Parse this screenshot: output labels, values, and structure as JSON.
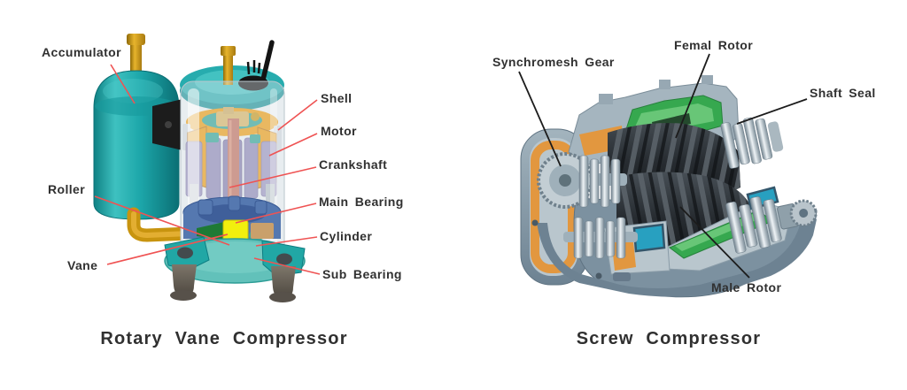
{
  "page": {
    "background": "#ffffff",
    "text_color": "#303030"
  },
  "left_diagram": {
    "title": "Rotary Vane Compressor",
    "machine": "rotary-vane-compressor",
    "leader_color": "#ef5353",
    "labels": [
      {
        "id": "accumulator",
        "text": "Accumulator"
      },
      {
        "id": "shell",
        "text": "Shell"
      },
      {
        "id": "motor",
        "text": "Motor"
      },
      {
        "id": "crankshaft",
        "text": "Crankshaft"
      },
      {
        "id": "main-bearing",
        "text": "Main Bearing"
      },
      {
        "id": "cylinder",
        "text": "Cylinder"
      },
      {
        "id": "sub-bearing",
        "text": "Sub Bearing"
      },
      {
        "id": "roller",
        "text": "Roller"
      },
      {
        "id": "vane",
        "text": "Vane"
      }
    ],
    "colors": {
      "tank_teal": "#1ca6a9",
      "pipe_gold": "#d19a1a",
      "winding_orange": "#f09a05",
      "stator_purple": "#9a92bf",
      "crankshaft_red": "#c26a55",
      "cylinder_blue": "#5578b0",
      "vane_yellow": "#f2ef0e",
      "base_teal": "#62c1ba",
      "foot_gray": "#6e6759"
    }
  },
  "right_diagram": {
    "title": "Screw Compressor",
    "machine": "screw-compressor",
    "leader_color": "#1c1c1c",
    "labels": [
      {
        "id": "synchromesh-gear",
        "text": "Synchromesh Gear"
      },
      {
        "id": "femal-rotor",
        "text": "Femal Rotor"
      },
      {
        "id": "shaft-seal",
        "text": "Shaft Seal"
      },
      {
        "id": "male-rotor",
        "text": "Male Rotor"
      }
    ],
    "colors": {
      "casing_gray": "#8aa0ad",
      "cut_face_gray": "#b9c6cd",
      "gasket_orange": "#e2973f",
      "chamber_green": "#36a84f",
      "rotor_charcoal": "#31363b",
      "bearing_silver": "#d7dee3",
      "port_cyan": "#28a0c0"
    }
  }
}
